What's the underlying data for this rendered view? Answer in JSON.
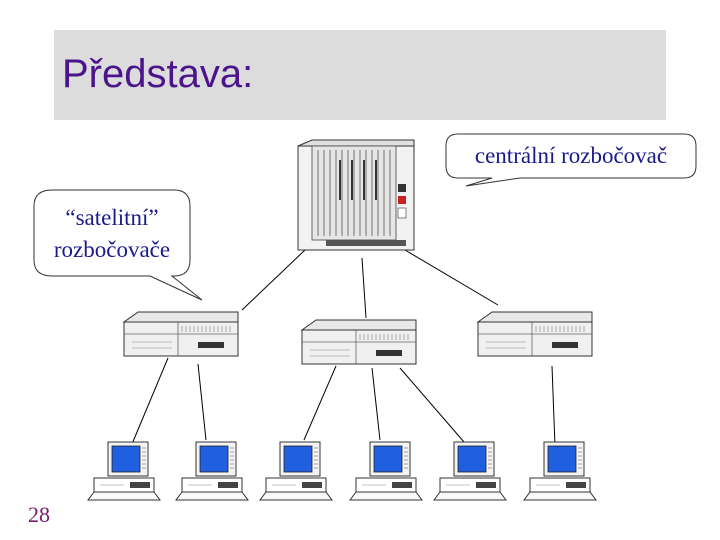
{
  "slide": {
    "title": "Představa:",
    "page_number": "28"
  },
  "callouts": {
    "central": "centrální rozbočovač",
    "satellite_line1": "“satelitní”",
    "satellite_line2": "rozbočovače"
  },
  "colors": {
    "title": "#4b148c",
    "title_band": "#dcdcdc",
    "page_number": "#7a1a6e",
    "callout_text": "#1a1a8c",
    "screen": "#1f5fe0"
  },
  "icons": {
    "central_hub": "rack-chassis-icon",
    "satellite_hub": "network-hub-icon",
    "workstation": "computer-terminal-icon"
  }
}
